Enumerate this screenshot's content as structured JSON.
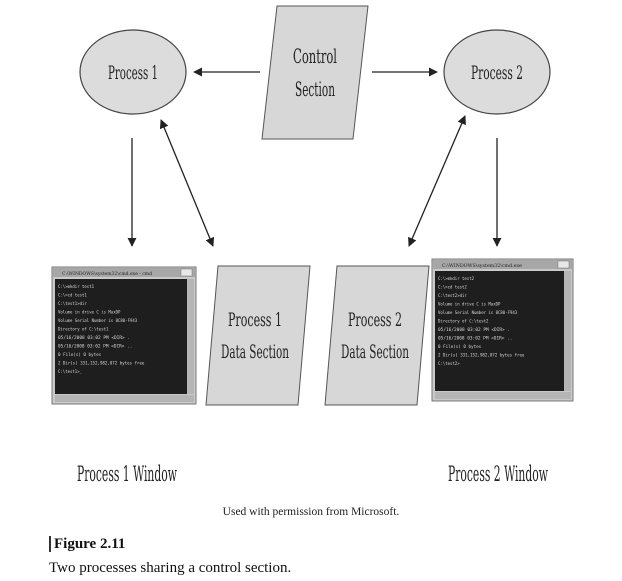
{
  "diagram": {
    "control_section": {
      "line1": "Control",
      "line2": "Section"
    },
    "process1": "Process 1",
    "process2": "Process 2",
    "data_section1": {
      "line1": "Process 1",
      "line2": "Data Section"
    },
    "data_section2": {
      "line1": "Process 2",
      "line2": "Data Section"
    },
    "window1_label": "Process 1 Window",
    "window2_label": "Process 2 Window",
    "window1": {
      "title": "C:\\WINDOWS\\system32\\cmd.exe - cmd",
      "lines": [
        "C:\\>mkdir test1",
        "C:\\>cd test1",
        "C:\\test1>dir",
        "Volume in drive C is MaxDP",
        "Volume Serial Number is 0C80-F943",
        "Directory of C:\\test1",
        "05/16/2008  03:02 PM  <DIR>  .",
        "05/16/2008  03:02 PM  <DIR>  ..",
        "0 File(s)  0 bytes",
        "2 Dir(s)  331,152,982,872 bytes free",
        "C:\\test1>_"
      ]
    },
    "window2": {
      "title": "C:\\WINDOWS\\system32\\cmd.exe",
      "lines": [
        "C:\\>mkdir test2",
        "C:\\>cd test2",
        "C:\\test2>dir",
        "Volume in drive C is MaxDP",
        "Volume Serial Number is 0C80-F943",
        "Directory of C:\\test2",
        "05/16/2008  03:02 PM  <DIR>  .",
        "05/16/2008  03:02 PM  <DIR>  ..",
        "0 File(s)  0 bytes",
        "2 Dir(s)  331,152,982,872 bytes free",
        "C:\\test2>"
      ]
    }
  },
  "credit": "Used with permission from Microsoft.",
  "figure_label": "Figure 2.11",
  "caption": "Two processes sharing a control section."
}
